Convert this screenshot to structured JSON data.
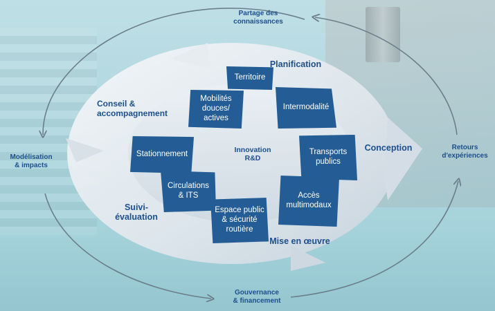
{
  "outer_cycle": {
    "top": "Partage des\nconnaissances",
    "left": "Modélisation\n& impacts",
    "right": "Retours\nd'expériences",
    "bottom": "Gouvernance\n& financement"
  },
  "ring_labels": {
    "planification": "Planification",
    "conseil": "Conseil &\naccompagnement",
    "conception": "Conception",
    "suivi": "Suivi-\névaluation",
    "mise_en_oeuvre": "Mise en œuvre"
  },
  "center": "Innovation\nR&D",
  "boxes": {
    "territoire": "Territoire",
    "mobilites": "Mobilités\ndouces/\nactives",
    "intermodalite": "Intermodalité",
    "stationnement": "Stationnement",
    "transports": "Transports\npublics",
    "circulations": "Circulations\n& ITS",
    "acces": "Accès\nmultimodaux",
    "espace": "Espace public\n& sécurité\nroutière"
  },
  "colors": {
    "primary": "#245d95",
    "label": "#1d4f8c",
    "arrow_outer": "#6b7f8a"
  }
}
